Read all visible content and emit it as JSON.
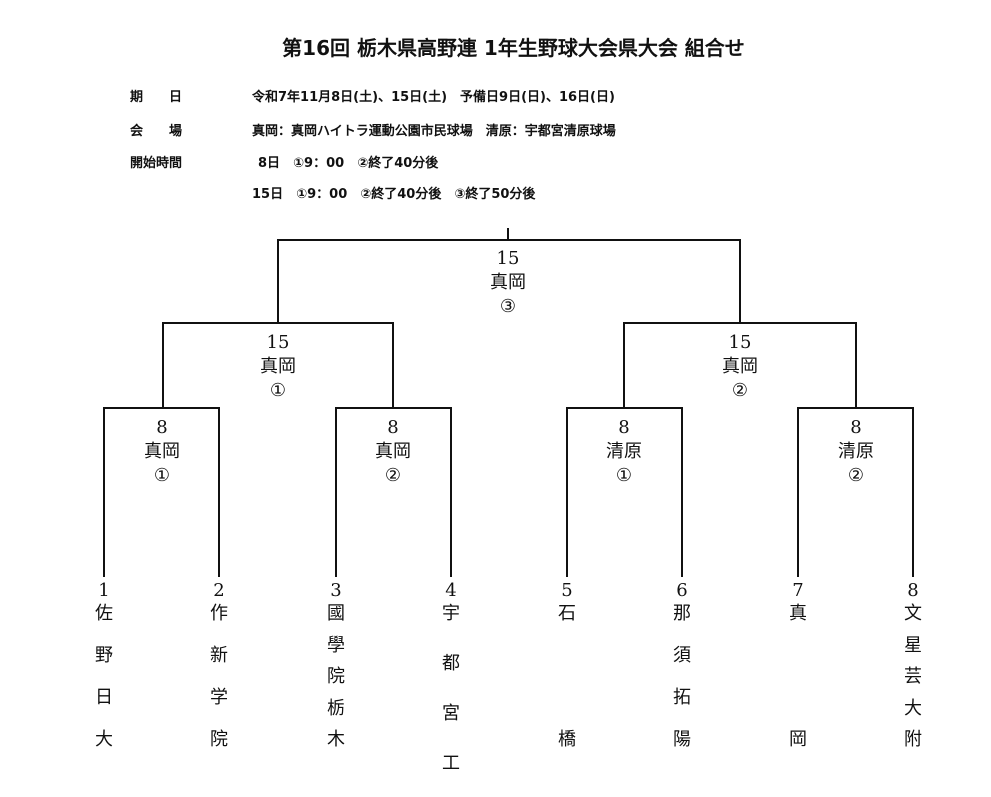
{
  "title": "第16回 栃木県高野連 1年生野球大会県大会 組合せ",
  "info": {
    "date_label": "期　　日",
    "date_value": "令和7年11月8日(土)、15日(土)　予備日9日(日)、16日(日)",
    "venue_label": "会　　場",
    "venue_value": "真岡：真岡ハイトラ運動公園市民球場　清原：宇都宮清原球場",
    "time_label": "開始時間",
    "time_value_1": "8日　①9：00　②終了40分後",
    "time_value_2": "15日　①9：00　②終了40分後　③終了50分後"
  },
  "bracket": {
    "final": {
      "day": "15",
      "venue": "真岡",
      "order": "③"
    },
    "semis": [
      {
        "day": "15",
        "venue": "真岡",
        "order": "①"
      },
      {
        "day": "15",
        "venue": "真岡",
        "order": "②"
      }
    ],
    "quarters": [
      {
        "day": "8",
        "venue": "真岡",
        "order": "①"
      },
      {
        "day": "8",
        "venue": "真岡",
        "order": "②"
      },
      {
        "day": "8",
        "venue": "清原",
        "order": "①"
      },
      {
        "day": "8",
        "venue": "清原",
        "order": "②"
      }
    ],
    "teams": [
      {
        "num": "1",
        "name": "佐野日大"
      },
      {
        "num": "2",
        "name": "作新学院"
      },
      {
        "num": "3",
        "name": "國學院栃木"
      },
      {
        "num": "4",
        "name": "宇都宮工"
      },
      {
        "num": "5",
        "name": "石橋"
      },
      {
        "num": "6",
        "name": "那須拓陽"
      },
      {
        "num": "7",
        "name": "真岡"
      },
      {
        "num": "8",
        "name": "文星芸大附"
      }
    ]
  }
}
